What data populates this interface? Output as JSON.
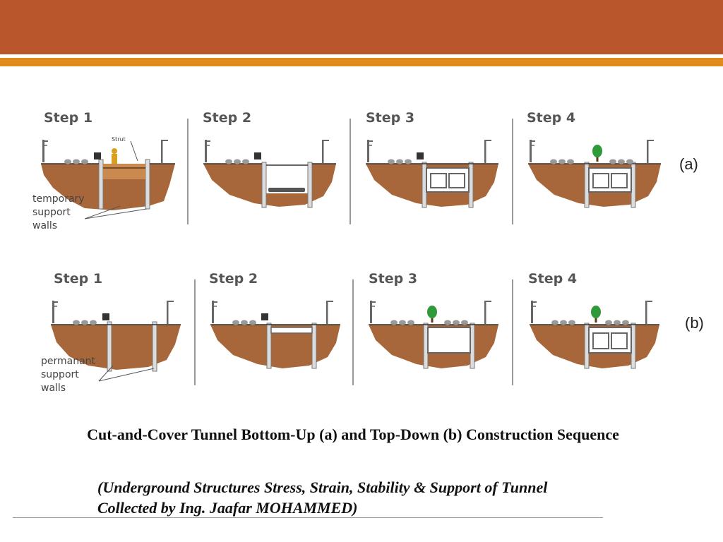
{
  "header": {
    "bar_color": "#b9562c",
    "stripe_color": "#e08a1e"
  },
  "rows": [
    {
      "label": "(a)",
      "steps": [
        "Step 1",
        "Step 2",
        "Step 3",
        "Step 4"
      ],
      "annotation_lines": [
        "temporary",
        "support",
        "walls"
      ],
      "strut_label": "Strut"
    },
    {
      "label": "(b)",
      "steps": [
        "Step 1",
        "Step 2",
        "Step 3",
        "Step 4"
      ],
      "annotation_lines": [
        "permanant",
        "support",
        "walls"
      ]
    }
  ],
  "colors": {
    "soil": "#a8673a",
    "wall": "#dcdcdc",
    "tree": "#2e9a3a"
  },
  "caption": "Cut-and-Cover Tunnel Bottom-Up (a) and Top-Down (b) Construction Sequence",
  "source_lines": [
    "(Underground Structures Stress, Strain, Stability & Support of Tunnel",
    "Collected by Ing. Jaafar MOHAMMED)"
  ]
}
